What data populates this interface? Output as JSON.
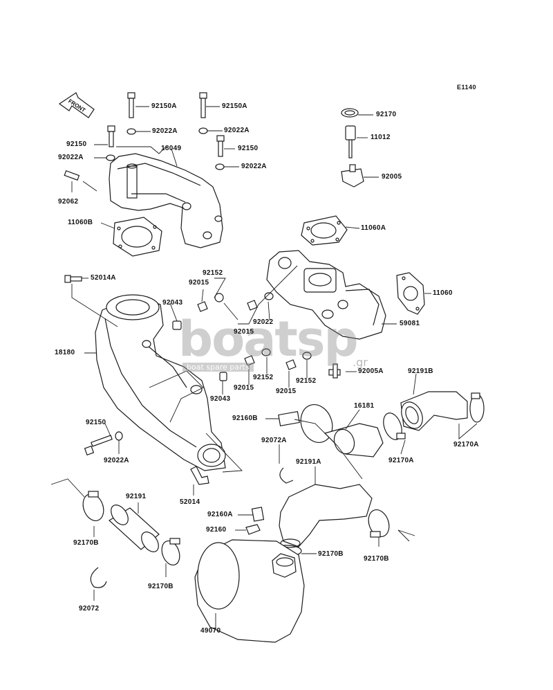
{
  "diagram_code": "E1140",
  "front_label": "FRONT",
  "watermark": {
    "word": "boatsp",
    "tagline": "boat spare parts",
    "tld": ".gr"
  },
  "callouts": [
    {
      "id": "c01",
      "text": "92150A"
    },
    {
      "id": "c02",
      "text": "92150A"
    },
    {
      "id": "c03",
      "text": "92022A"
    },
    {
      "id": "c04",
      "text": "92022A"
    },
    {
      "id": "c05",
      "text": "92150"
    },
    {
      "id": "c06",
      "text": "18049"
    },
    {
      "id": "c07",
      "text": "92150"
    },
    {
      "id": "c08",
      "text": "92022A"
    },
    {
      "id": "c09",
      "text": "92022A"
    },
    {
      "id": "c10",
      "text": "92062"
    },
    {
      "id": "c11",
      "text": "92170"
    },
    {
      "id": "c12",
      "text": "11012"
    },
    {
      "id": "c13",
      "text": "92005"
    },
    {
      "id": "c14",
      "text": "11060B"
    },
    {
      "id": "c15",
      "text": "11060A"
    },
    {
      "id": "c16",
      "text": "52014A"
    },
    {
      "id": "c17",
      "text": "92152"
    },
    {
      "id": "c18",
      "text": "92015"
    },
    {
      "id": "c19",
      "text": "11060"
    },
    {
      "id": "c20",
      "text": "92043"
    },
    {
      "id": "c21",
      "text": "92022"
    },
    {
      "id": "c22",
      "text": "92015"
    },
    {
      "id": "c23",
      "text": "59081"
    },
    {
      "id": "c24",
      "text": "18180"
    },
    {
      "id": "c25",
      "text": "92005A"
    },
    {
      "id": "c26",
      "text": "92152"
    },
    {
      "id": "c27",
      "text": "92152"
    },
    {
      "id": "c28",
      "text": "92191B"
    },
    {
      "id": "c29",
      "text": "92015"
    },
    {
      "id": "c30",
      "text": "92015"
    },
    {
      "id": "c31",
      "text": "92043"
    },
    {
      "id": "c32",
      "text": "16181"
    },
    {
      "id": "c33",
      "text": "92160B"
    },
    {
      "id": "c34",
      "text": "92150"
    },
    {
      "id": "c35",
      "text": "92072A"
    },
    {
      "id": "c36",
      "text": "92170A"
    },
    {
      "id": "c37",
      "text": "92022A"
    },
    {
      "id": "c38",
      "text": "92170A"
    },
    {
      "id": "c39",
      "text": "92191A"
    },
    {
      "id": "c40",
      "text": "52014"
    },
    {
      "id": "c41",
      "text": "92191"
    },
    {
      "id": "c42",
      "text": "92160A"
    },
    {
      "id": "c43",
      "text": "92160"
    },
    {
      "id": "c44",
      "text": "92170B"
    },
    {
      "id": "c45",
      "text": "92170B"
    },
    {
      "id": "c46",
      "text": "92170B"
    },
    {
      "id": "c47",
      "text": "92170B"
    },
    {
      "id": "c48",
      "text": "92072"
    },
    {
      "id": "c49",
      "text": "49070"
    }
  ]
}
